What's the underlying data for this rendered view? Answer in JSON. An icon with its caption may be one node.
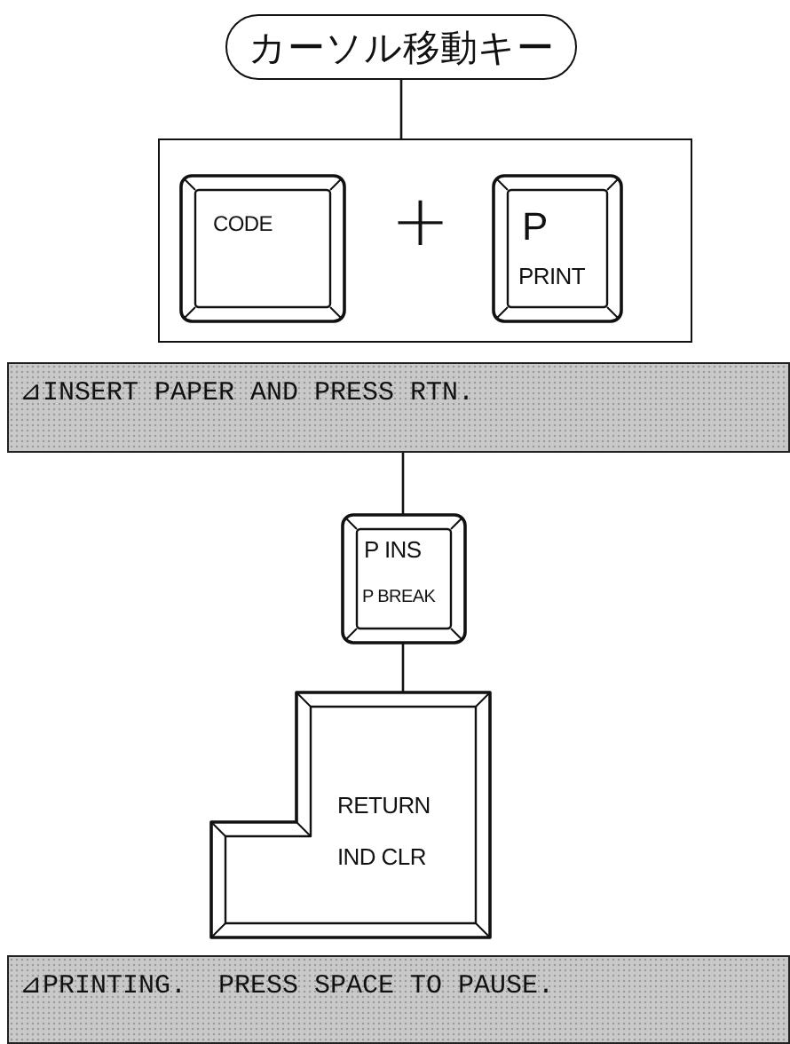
{
  "diagram": {
    "nodes": [
      {
        "text": [
          "カーソル移動キー"
        ]
      },
      {
        "text": [],
        "shape": "box"
      },
      {
        "text": [
          "CODE"
        ],
        "in": 1
      },
      {
        "text": [
          "P",
          "PRINT"
        ],
        "in": 1
      },
      {
        "text": [
          "⊿INSERT PAPER AND PRESS RTN."
        ]
      },
      {
        "text": [
          "P INS",
          "P BREAK"
        ]
      },
      {
        "text": [
          "RETURN",
          "IND CLR"
        ]
      },
      {
        "text": [
          "⊿PRINTING.  PRESS SPACE TO PAUSE."
        ]
      }
    ],
    "edges": [
      {
        "from": 0,
        "to": 1,
        "arrow": "none"
      },
      {
        "from": 4,
        "to": 5,
        "arrow": "none"
      },
      {
        "from": 5,
        "to": 6,
        "arrow": "none"
      }
    ],
    "labels": [
      "+"
    ]
  }
}
